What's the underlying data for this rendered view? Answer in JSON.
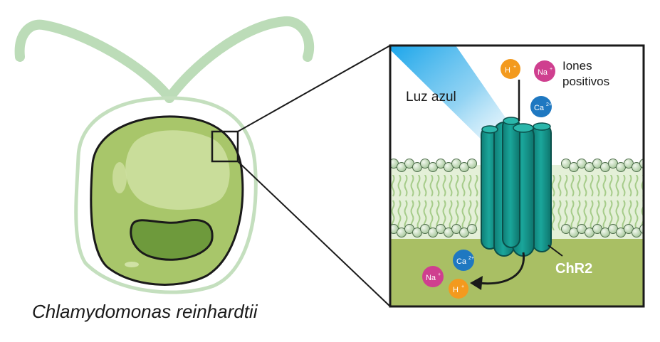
{
  "organism_name": "Chlamydomonas reinhardtii",
  "light_label": "Luz azul",
  "ions_label_line1": "Iones",
  "ions_label_line2": "positivos",
  "channel_label": "ChR2",
  "ions_outside": [
    {
      "symbol": "H",
      "charge": "+",
      "color": "#f39a1e"
    },
    {
      "symbol": "Na",
      "charge": "+",
      "color": "#cf3f8f"
    },
    {
      "symbol": "Ca",
      "charge": "2+",
      "color": "#1f78c1"
    }
  ],
  "ions_inside": [
    {
      "symbol": "Ca",
      "charge": "2+",
      "color": "#1f78c1"
    },
    {
      "symbol": "Na",
      "charge": "+",
      "color": "#cf3f8f"
    },
    {
      "symbol": "H",
      "charge": "+",
      "color": "#f39a1e"
    }
  ],
  "colors": {
    "cell_fill": "#a8c66a",
    "cell_highlight": "#cfe0a2",
    "eyespot": "#6e9a3c",
    "flagella": "#bcdcb8",
    "membrane_lipid": "#d8eac8",
    "membrane_tail": "#a6cc8a",
    "cytoplasm": "#a9bf64",
    "channel": "#179a90",
    "light_beam": "#2aa9e8"
  }
}
